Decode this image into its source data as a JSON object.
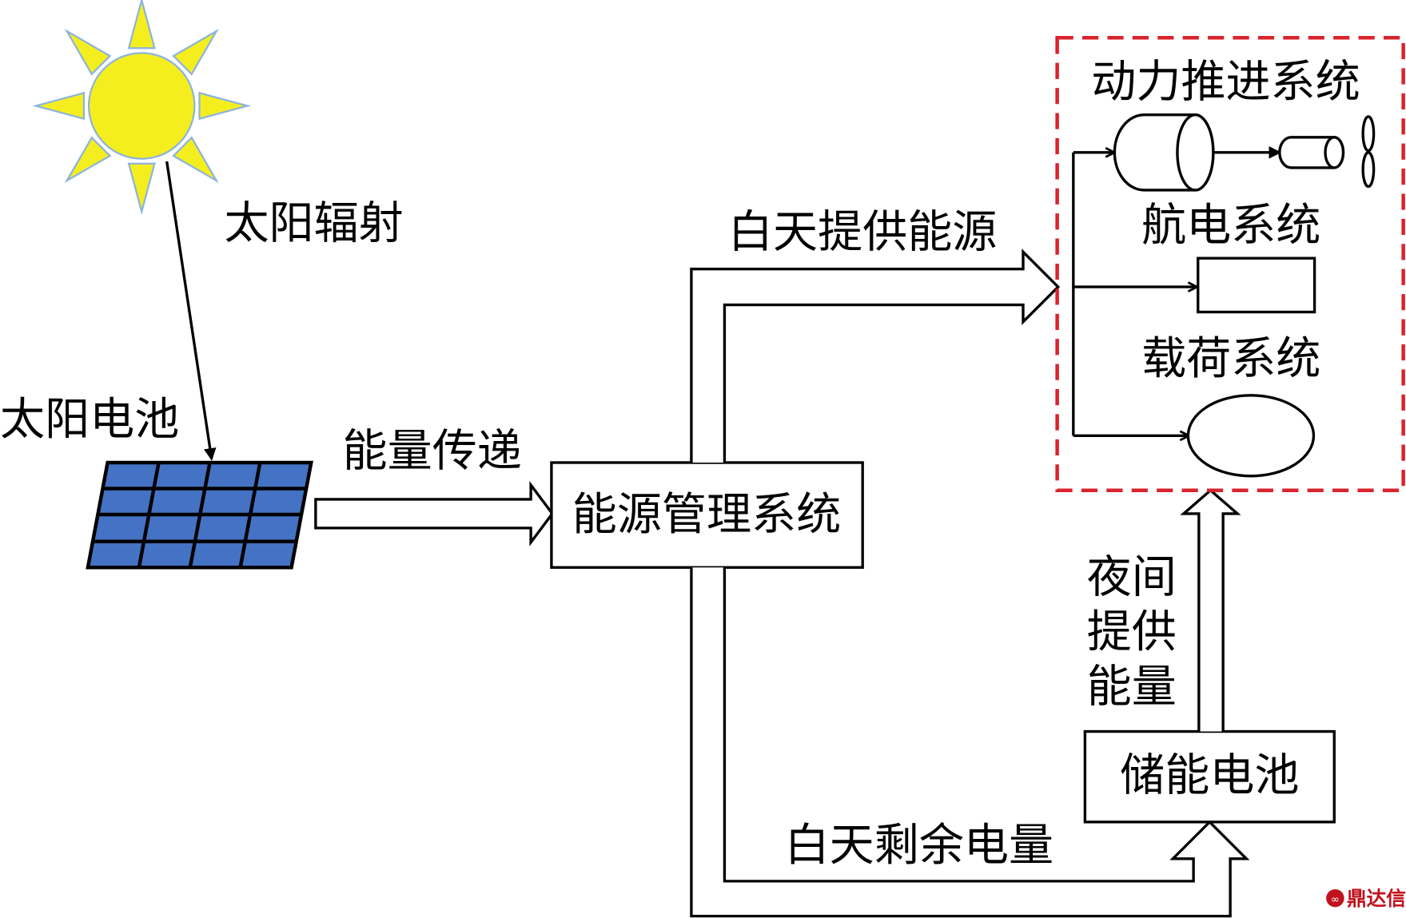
{
  "labels": {
    "solar_radiation": "太阳辐射",
    "solar_cell": "太阳电池",
    "energy_transfer": "能量传递",
    "energy_management": "能源管理系统",
    "daytime_supply": "白天提供能源",
    "propulsion_system": "动力推进系统",
    "avionics_system": "航电系统",
    "payload_system": "载荷系统",
    "night_supply_line1": "夜间",
    "night_supply_line2": "提供",
    "night_supply_line3": "能量",
    "storage_battery": "储能电池",
    "daytime_surplus": "白天剩余电量"
  },
  "watermark": {
    "text": "鼎达信",
    "logo_icon": "dingdaxin-logo-icon"
  },
  "colors": {
    "sun": "#f5ee1e",
    "sun_outline": "#8cb4dc",
    "panel": "#4472c4",
    "load_box": "#d9232d",
    "watermark": "#c0121c"
  }
}
